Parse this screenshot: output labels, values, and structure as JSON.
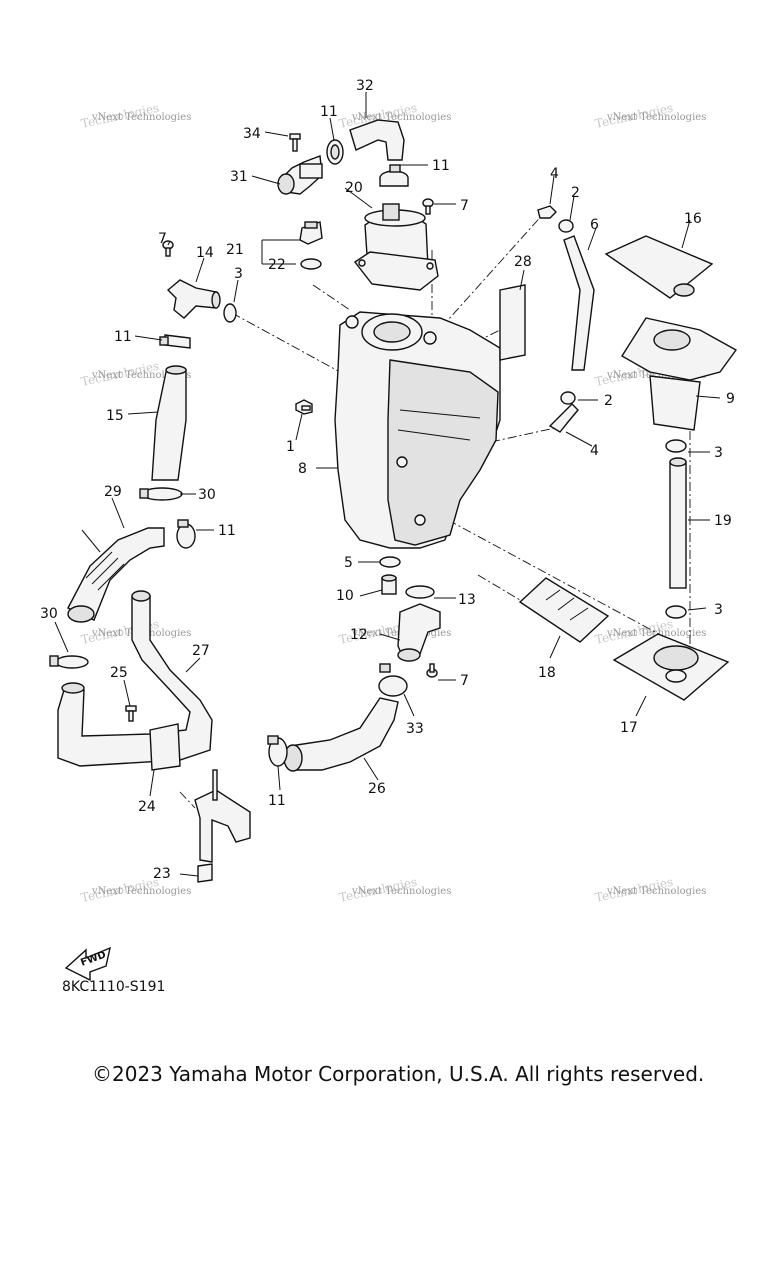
{
  "diagram": {
    "code": "8KC1110-S191",
    "copyright": "©2023 Yamaha Motor Corporation, U.S.A. All rights reserved.",
    "fwd_label": "FWD",
    "watermark_line1": "vNext Technologies",
    "watermark_line2": "Technologies",
    "callouts": {
      "c1": "1",
      "c2a": "2",
      "c2b": "2",
      "c3a": "3",
      "c3b": "3",
      "c3c": "3",
      "c4a": "4",
      "c4b": "4",
      "c5": "5",
      "c6": "6",
      "c7a": "7",
      "c7b": "7",
      "c7c": "7",
      "c8": "8",
      "c9": "9",
      "c10": "10",
      "c11a": "11",
      "c11b": "11",
      "c11c": "11",
      "c11d": "11",
      "c11e": "11",
      "c12": "12",
      "c13": "13",
      "c14": "14",
      "c15": "15",
      "c16": "16",
      "c17": "17",
      "c18": "18",
      "c19": "19",
      "c20": "20",
      "c21": "21",
      "c22": "22",
      "c23": "23",
      "c24": "24",
      "c25": "25",
      "c26": "26",
      "c27": "27",
      "c28": "28",
      "c29": "29",
      "c30a": "30",
      "c30b": "30",
      "c31": "31",
      "c32": "32",
      "c33": "33",
      "c34": "34"
    }
  }
}
